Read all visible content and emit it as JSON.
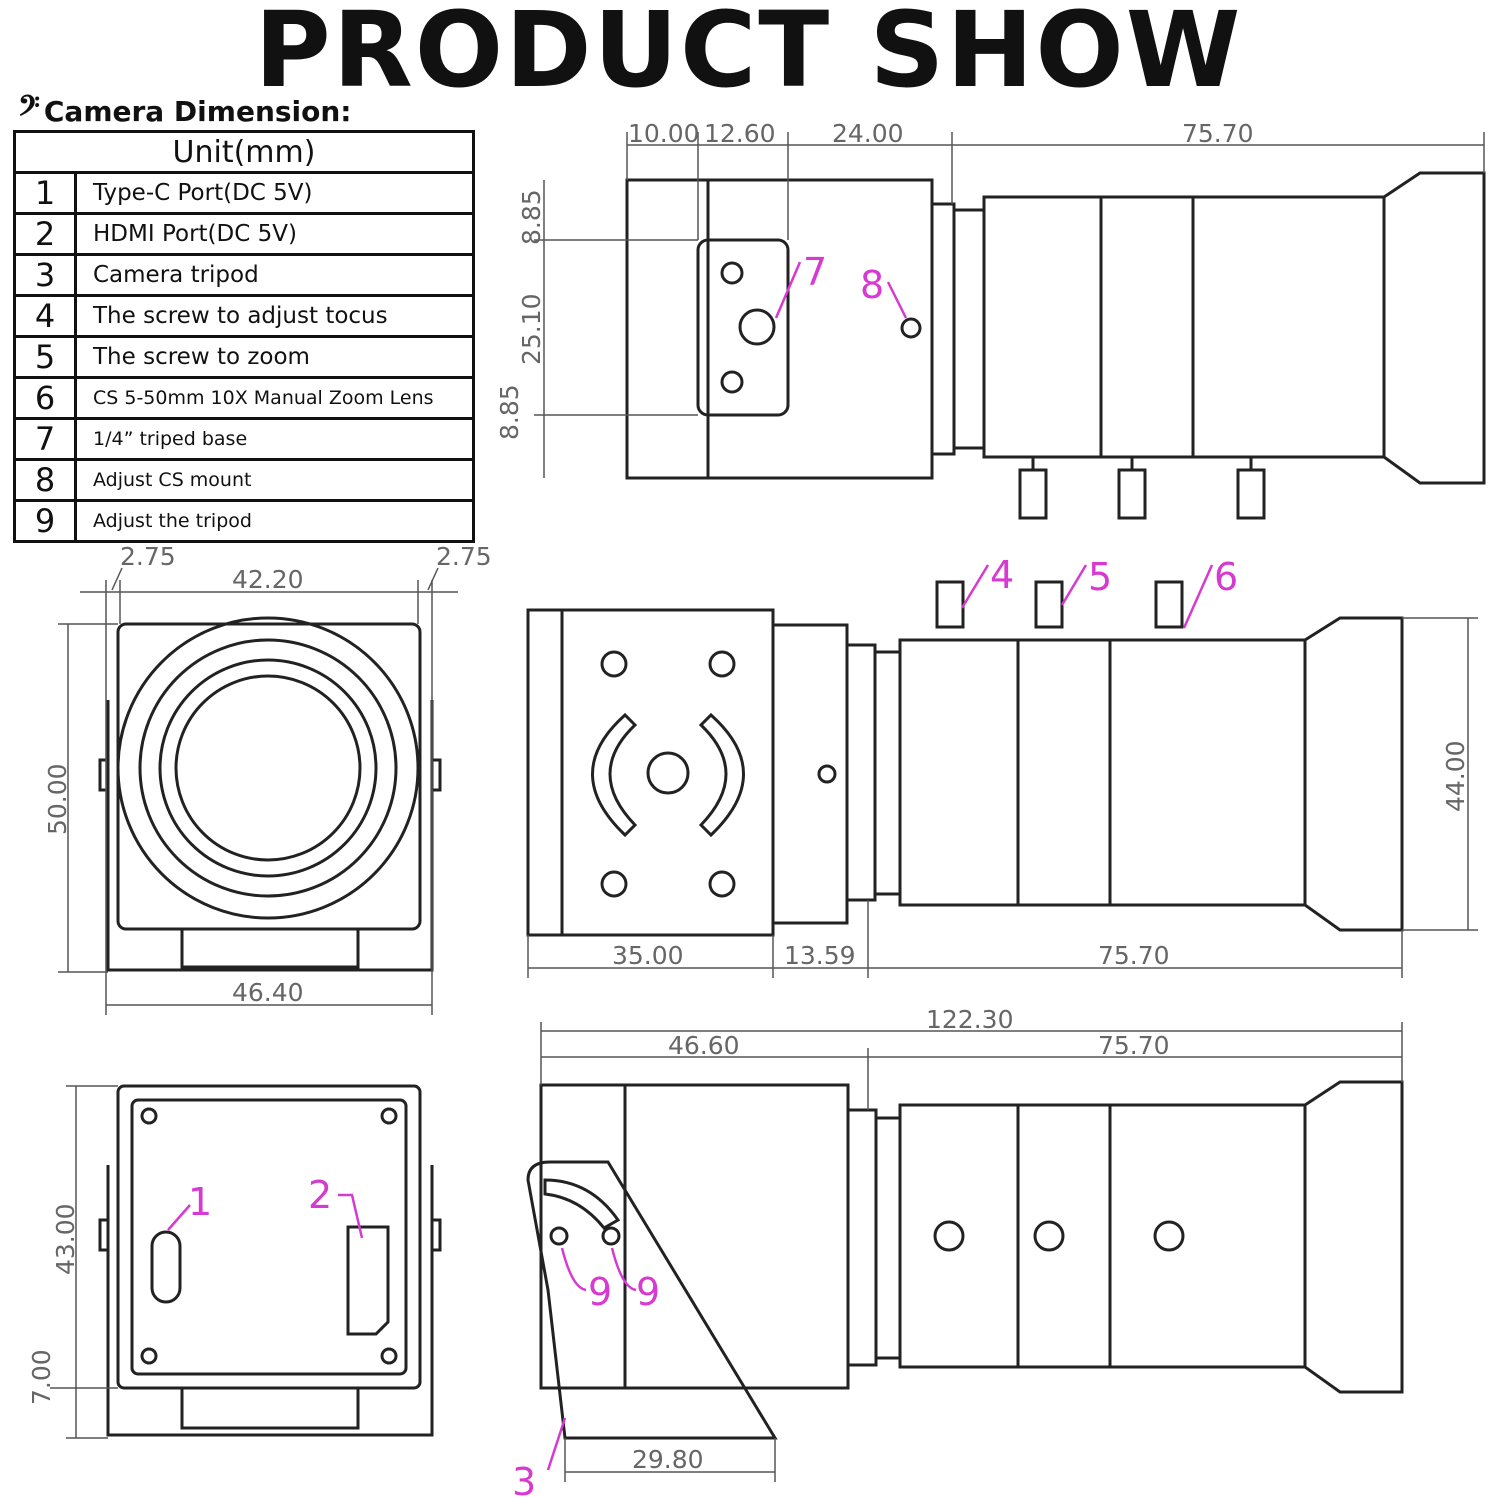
{
  "title": "PRODUCT SHOW",
  "legend": {
    "heading": "Camera Dimension:",
    "unit": "Unit(mm)",
    "items": [
      {
        "num": "1",
        "text": "Type-C Port(DC 5V)"
      },
      {
        "num": "2",
        "text": "HDMI Port(DC 5V)"
      },
      {
        "num": "3",
        "text": "Camera tripod"
      },
      {
        "num": "4",
        "text": "The screw to adjust tocus"
      },
      {
        "num": "5",
        "text": "The screw to zoom"
      },
      {
        "num": "6",
        "text": "CS 5-50mm 10X Manual Zoom Lens"
      },
      {
        "num": "7",
        "text": "1/4” triped base"
      },
      {
        "num": "8",
        "text": "Adjust CS mount"
      },
      {
        "num": "9",
        "text": "Adjust the tripod"
      }
    ]
  },
  "dimensions": {
    "top_view": [
      "10.00",
      "12.60",
      "24.00",
      "75.70",
      "8.85",
      "25.10",
      "8.85"
    ],
    "front_view": [
      "2.75",
      "42.20",
      "2.75",
      "50.00",
      "46.40"
    ],
    "side_view": [
      "44.00",
      "35.00",
      "13.59",
      "75.70"
    ],
    "rear_view": [
      "43.00",
      "7.00"
    ],
    "profile_view": [
      "122.30",
      "46.60",
      "75.70",
      "29.80"
    ]
  },
  "callouts": [
    "1",
    "2",
    "3",
    "4",
    "5",
    "6",
    "7",
    "8",
    "9",
    "9"
  ],
  "colors": {
    "callout": "#d63ad0",
    "line": "#222222",
    "dimension": "#666666"
  }
}
